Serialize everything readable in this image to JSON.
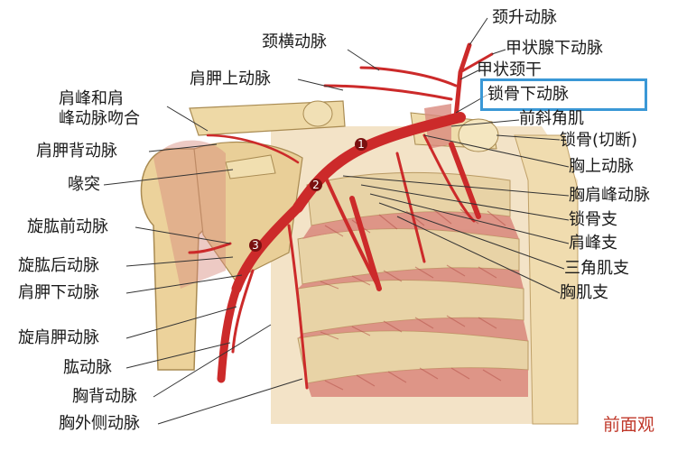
{
  "labels": {
    "jingshengdongmai": "颈升动脉",
    "jiazhuangxianxiadongmai": "甲状腺下动脉",
    "jiazhuangjinggan": "甲状颈干",
    "suoguxiadongmai": "锁骨下动脉",
    "qianxiejiaoji": "前斜角肌",
    "suogu_qieduan": "锁骨(切断)",
    "xiongshangdongmai": "胸上动脉",
    "xiongjianfengdongmai": "胸肩峰动脉",
    "suoguzhi": "锁骨支",
    "jianfengzhi": "肩峰支",
    "sanjiaojizhi": "三角肌支",
    "xiongjizhi": "胸肌支",
    "jinghengdongmai": "颈横动脉",
    "jianjiashangdongmai": "肩胛上动脉",
    "jianfenghejian_1": "肩峰和肩",
    "jianfenghejian_2": "峰动脉吻合",
    "jianjiabeidongmai": "肩胛背动脉",
    "huitu": "喙突",
    "xuanhongqiandongmai": "旋肱前动脉",
    "xuanhonghoudongmai": "旋肱后动脉",
    "jianjiaxiadongmai": "肩胛下动脉",
    "xuanjianjiadongmai": "旋肩胛动脉",
    "gongdongmai": "肱动脉",
    "xiongbeidongmai": "胸背动脉",
    "xiongwaicedongmai": "胸外侧动脉",
    "view": "前面观"
  },
  "markers": [
    "1",
    "2",
    "3"
  ],
  "colors": {
    "artery": "#cc2a2a",
    "bone": "#eed9a6",
    "muscle": "#d98a7e",
    "highlight": "#3a98d6"
  }
}
